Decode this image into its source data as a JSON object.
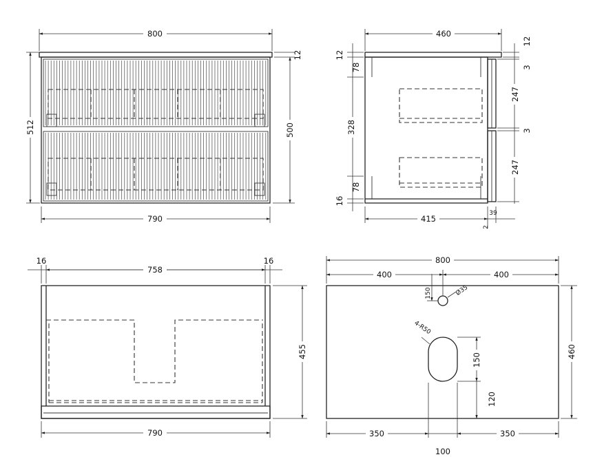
{
  "front_view": {
    "overall_width": "800",
    "body_width": "790",
    "overall_height": "512",
    "body_height": "500",
    "top_thickness": "12"
  },
  "side_view": {
    "overall_depth": "460",
    "body_depth": "415",
    "front_depth": "39",
    "gap": "2",
    "top_thickness_left": "12",
    "top_thickness_right": "12",
    "top_gap": "3",
    "mid_gap": "3",
    "front_upper": "247",
    "front_lower": "247",
    "inner_upper": "78",
    "inner_mid": "328",
    "inner_lower": "78",
    "bottom_base": "16"
  },
  "plan_view": {
    "left_side": "16",
    "right_side": "16",
    "inner_width": "758",
    "body_width": "790",
    "depth": "455"
  },
  "top_view": {
    "overall_width": "800",
    "left_half": "400",
    "right_half": "400",
    "depth": "460",
    "tap_hole_offset": "150",
    "tap_hole_dia": "Ø35",
    "waste_radius": "4-R50",
    "waste_length": "150",
    "waste_front_offset": "120",
    "waste_left": "350",
    "waste_right": "350",
    "waste_width": "100"
  }
}
